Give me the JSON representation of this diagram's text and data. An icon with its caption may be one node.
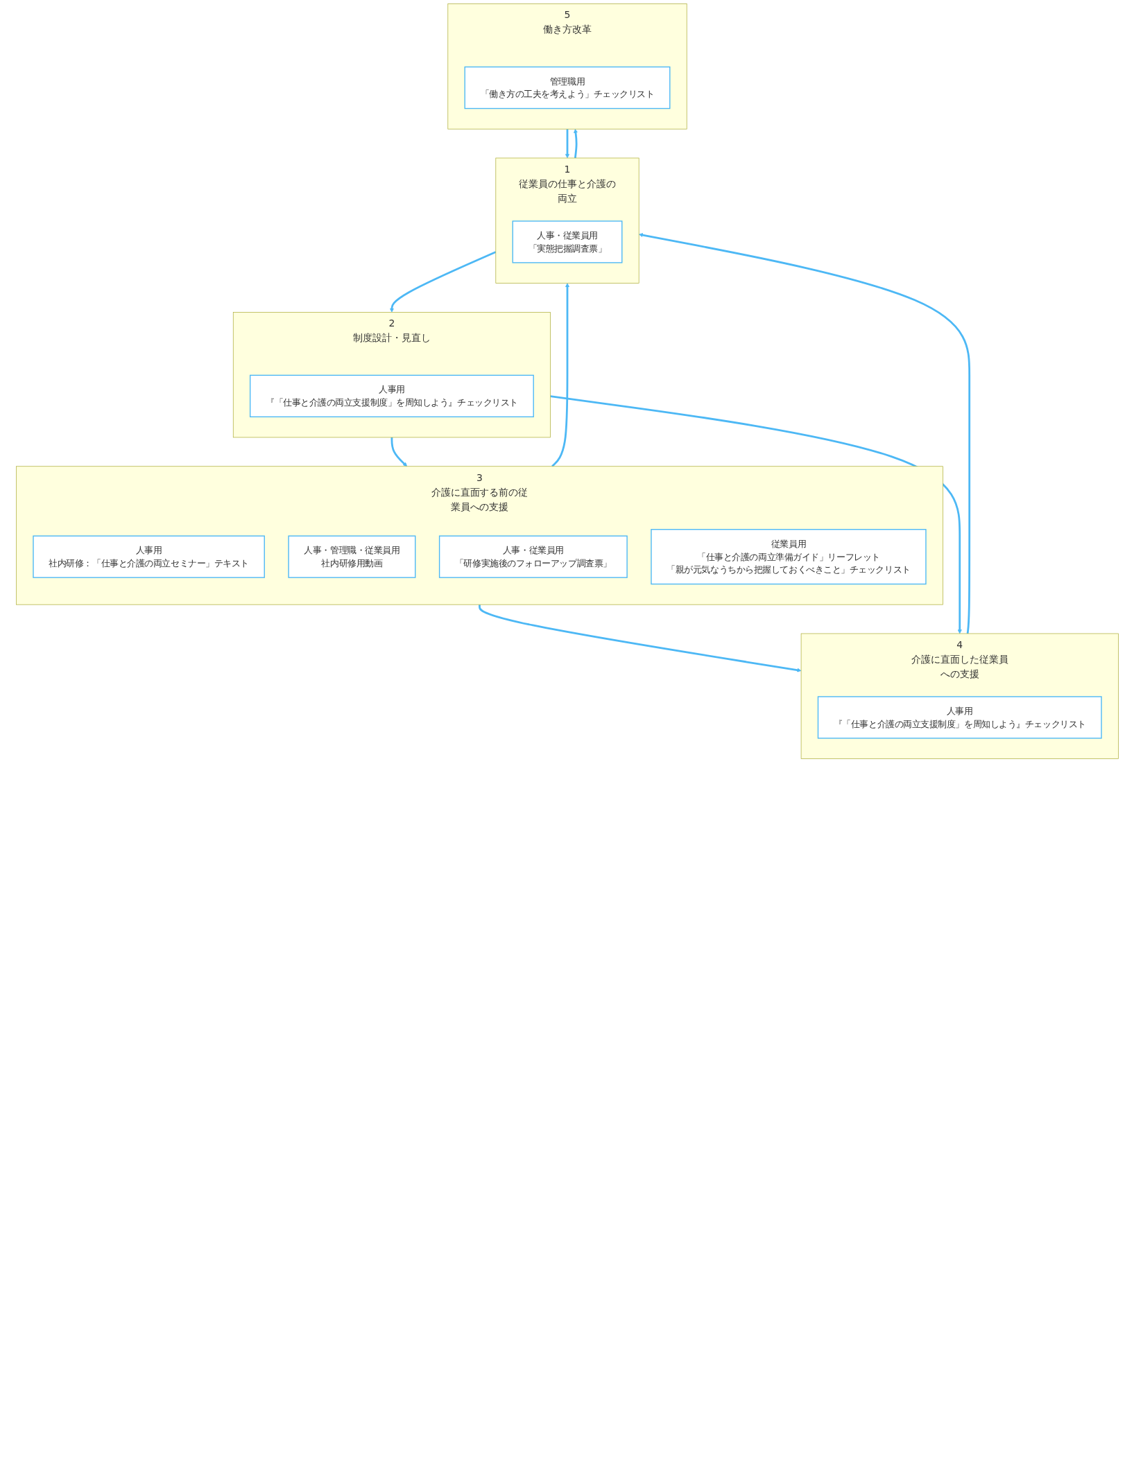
{
  "diagram": {
    "nodes": [
      {
        "text": [
          "1",
          "従業員の仕事と介護の両立"
        ]
      },
      {
        "text": [
          "人事・従業員用",
          "「実態把握調査票」"
        ],
        "in": 0
      },
      {
        "text": [
          "2",
          "制度設計・見直し"
        ]
      },
      {
        "text": [
          "人事用",
          "『「仕事と介護の両立支援制度」を周知しよう』チェックリスト"
        ],
        "in": 2
      },
      {
        "text": [
          "3",
          "介護に直面する前の従業員への支援"
        ]
      },
      {
        "text": [
          "人事用",
          "社内研修：「仕事と介護の両立セミナー」テキスト"
        ],
        "in": 4
      },
      {
        "text": [
          "人事・管理職・従業員用",
          "社内研修用動画"
        ],
        "in": 4
      },
      {
        "text": [
          "人事・従業員用",
          "「研修実施後のフォローアップ調査票」"
        ],
        "in": 4
      },
      {
        "text": [
          "従業員用",
          "「仕事と介護の両立準備ガイド」リーフレット",
          "「親が元気なうちから把握しておくべきこと」チェックリスト"
        ],
        "in": 4
      },
      {
        "text": [
          "4",
          "介護に直面した従業員への支援"
        ]
      },
      {
        "text": [
          "人事用",
          "『「仕事と介護の両立支援制度」を周知しよう』チェックリスト"
        ],
        "in": 9
      },
      {
        "text": [
          "5",
          "働き方改革"
        ]
      },
      {
        "text": [
          "管理職用",
          "「働き方の工夫を考えよう」チェックリスト"
        ],
        "in": 11
      }
    ],
    "edges": [
      {
        "from": 0,
        "to": 2,
        "arrow": "to"
      },
      {
        "from": 2,
        "to": 4,
        "arrow": "to"
      },
      {
        "from": 4,
        "to": 9,
        "arrow": "to"
      },
      {
        "from": 0,
        "to": 11,
        "arrow": "to"
      },
      {
        "from": 2,
        "to": 9,
        "arrow": "to"
      },
      {
        "from": 4,
        "to": 0,
        "arrow": "to"
      },
      {
        "from": 9,
        "to": 0,
        "arrow": "to"
      },
      {
        "from": 11,
        "to": 0,
        "arrow": "to"
      }
    ]
  }
}
